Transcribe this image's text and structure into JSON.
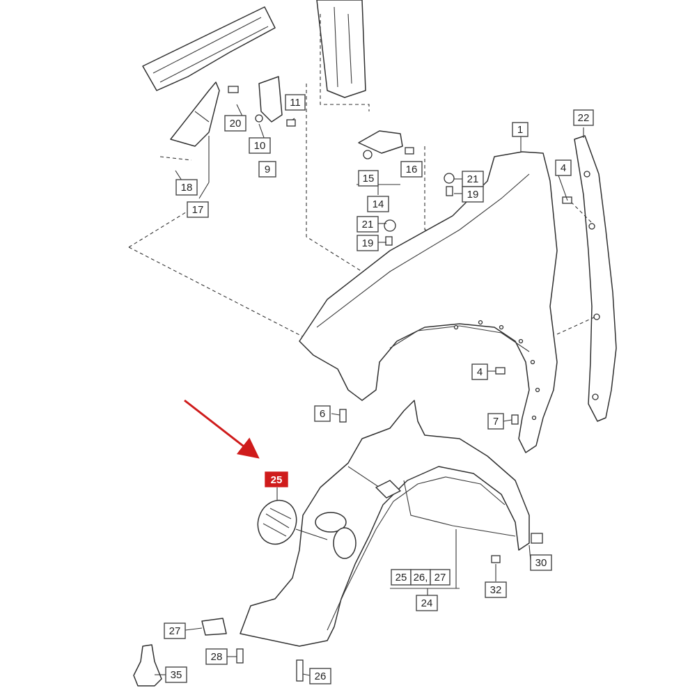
{
  "diagram": {
    "highlight_color": "#cf1b1b",
    "part_numbers": {
      "n1": "1",
      "n4a": "4",
      "n4b": "4",
      "n6": "6",
      "n7": "7",
      "n9": "9",
      "n10": "10",
      "n11": "11",
      "n14": "14",
      "n15": "15",
      "n16": "16",
      "n17": "17",
      "n18": "18",
      "n19a": "19",
      "n19b": "19",
      "n20": "20",
      "n21a": "21",
      "n21b": "21",
      "n22": "22",
      "n24": "24",
      "n25_group": "25 26,27",
      "n25_highlight": "25",
      "n26": "26",
      "n27": "27",
      "n28": "28",
      "n30": "30",
      "n32": "32",
      "n35": "35"
    },
    "icons": [
      "fender-panel",
      "wheel-housing-liner",
      "fender-trim-strip",
      "arrow-indicator",
      "grommet-cap"
    ]
  }
}
